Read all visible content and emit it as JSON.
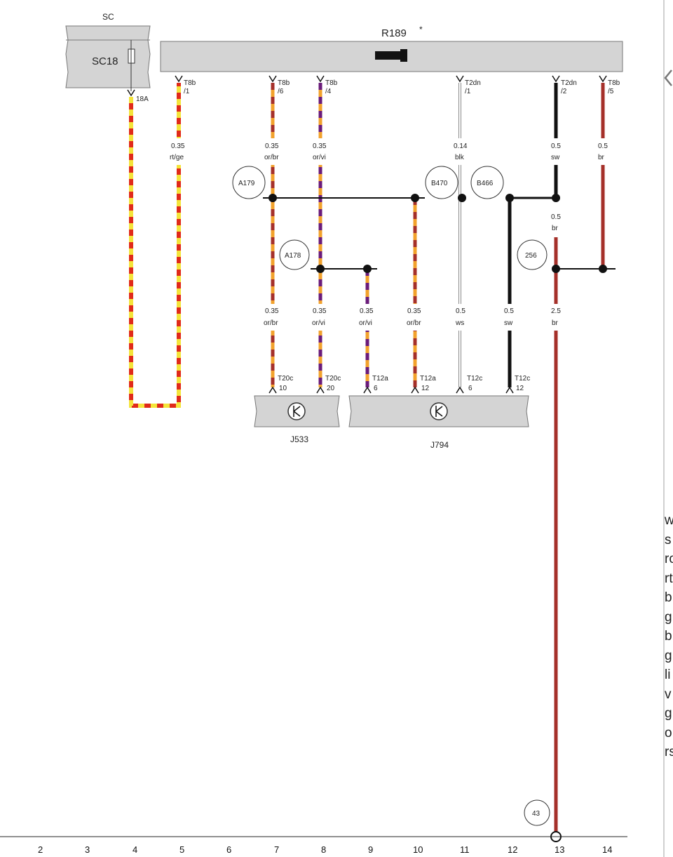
{
  "components": {
    "sc_box": "SC",
    "fuse": "SC18",
    "relay_box": "R189",
    "relay_mark": "*",
    "module_a": "J533",
    "module_b": "J794"
  },
  "fuse_label": "18A",
  "connectors": [
    {
      "name": "T8b",
      "pin": "/1"
    },
    {
      "name": "T8b",
      "pin": "/6"
    },
    {
      "name": "T8b",
      "pin": "/4"
    },
    {
      "name": "T2dn",
      "pin": "/1"
    },
    {
      "name": "T2dn",
      "pin": "/2"
    },
    {
      "name": "T8b",
      "pin": "/5"
    }
  ],
  "bottom_connectors": [
    {
      "name": "T20c",
      "pin": "10"
    },
    {
      "name": "T20c",
      "pin": "20"
    },
    {
      "name": "T12a",
      "pin": "6"
    },
    {
      "name": "T12a",
      "pin": "12"
    },
    {
      "name": "T12c",
      "pin": "6"
    },
    {
      "name": "T12c",
      "pin": "12"
    }
  ],
  "wires_upper": [
    {
      "size": "0.35",
      "color": "rt/ge"
    },
    {
      "size": "0.35",
      "color": "or/br"
    },
    {
      "size": "0.35",
      "color": "or/vi"
    },
    {
      "size": "0.14",
      "color": "blk"
    },
    {
      "size": "0.5",
      "color": "sw"
    },
    {
      "size": "0.5",
      "color": "br"
    }
  ],
  "wire_mid": {
    "size": "0.5",
    "color": "br"
  },
  "wires_lower": [
    {
      "size": "0.35",
      "color": "or/br"
    },
    {
      "size": "0.35",
      "color": "or/vi"
    },
    {
      "size": "0.35",
      "color": "or/vi"
    },
    {
      "size": "0.35",
      "color": "or/br"
    },
    {
      "size": "0.5",
      "color": "ws"
    },
    {
      "size": "0.5",
      "color": "sw"
    },
    {
      "size": "2.5",
      "color": "br"
    }
  ],
  "junctions": [
    "A179",
    "A178",
    "B470",
    "B466",
    "256",
    "43"
  ],
  "grid_numbers": [
    "2",
    "3",
    "4",
    "5",
    "6",
    "7",
    "8",
    "9",
    "10",
    "11",
    "12",
    "13",
    "14"
  ],
  "side_letters": [
    "w",
    "s",
    "ro",
    "rt",
    "b",
    "g",
    "b",
    "g",
    "li",
    "v",
    "g",
    "o",
    "rs"
  ],
  "wire_colors": {
    "red": "#e02a1a",
    "yellow": "#f4e43a",
    "orange": "#f2a22c",
    "brown": "#a5302a",
    "violet": "#6a1b7a",
    "black": "#111111",
    "white": "#bdbdbd"
  }
}
